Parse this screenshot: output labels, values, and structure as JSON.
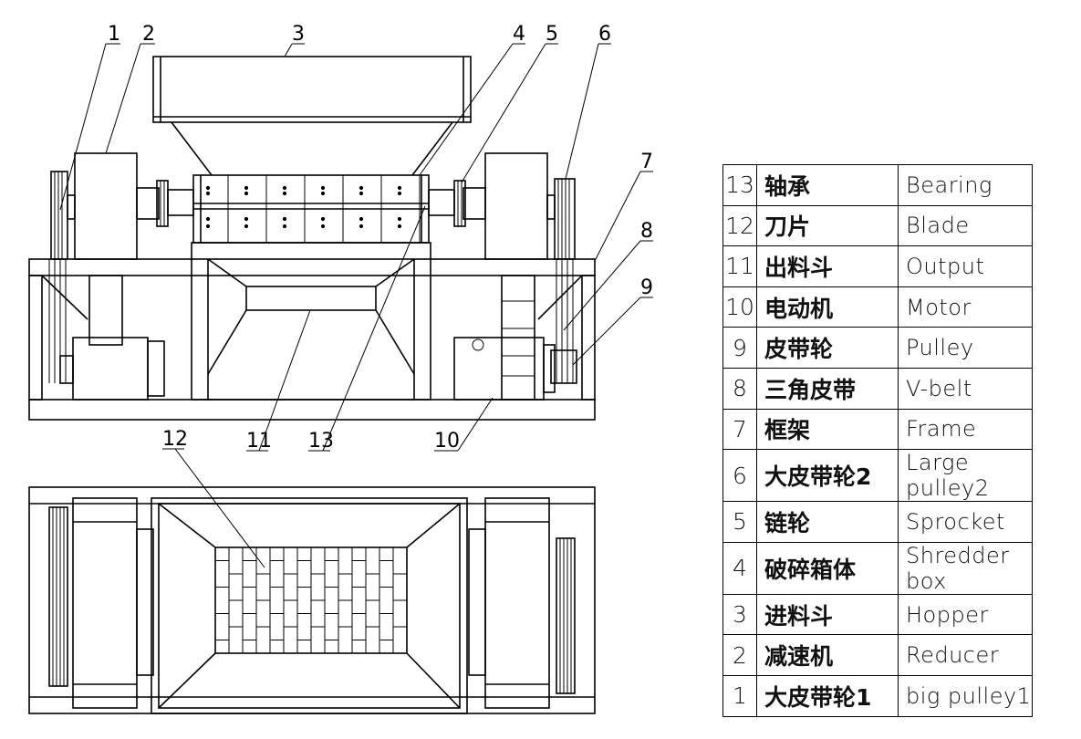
{
  "callouts": [
    "1",
    "2",
    "3",
    "4",
    "5",
    "6",
    "7",
    "8",
    "9",
    "10",
    "11",
    "12",
    "13"
  ],
  "parts": [
    {
      "no": "13",
      "cn": "轴承",
      "en": "Bearing"
    },
    {
      "no": "12",
      "cn": "刀片",
      "en": "Blade"
    },
    {
      "no": "11",
      "cn": "出料斗",
      "en": "Output"
    },
    {
      "no": "10",
      "cn": "电动机",
      "en": "Motor"
    },
    {
      "no": "9",
      "cn": "皮带轮",
      "en": "Pulley"
    },
    {
      "no": "8",
      "cn": "三角皮带",
      "en": "V-belt"
    },
    {
      "no": "7",
      "cn": "框架",
      "en": "Frame"
    },
    {
      "no": "6",
      "cn": "大皮带轮2",
      "en": "Large pulley2"
    },
    {
      "no": "5",
      "cn": "链轮",
      "en": "Sprocket"
    },
    {
      "no": "4",
      "cn": "破碎箱体",
      "en": "Shredder box"
    },
    {
      "no": "3",
      "cn": "进料斗",
      "en": "Hopper"
    },
    {
      "no": "2",
      "cn": "减速机",
      "en": "Reducer"
    },
    {
      "no": "1",
      "cn": "大皮带轮1",
      "en": "big pulley1"
    }
  ]
}
